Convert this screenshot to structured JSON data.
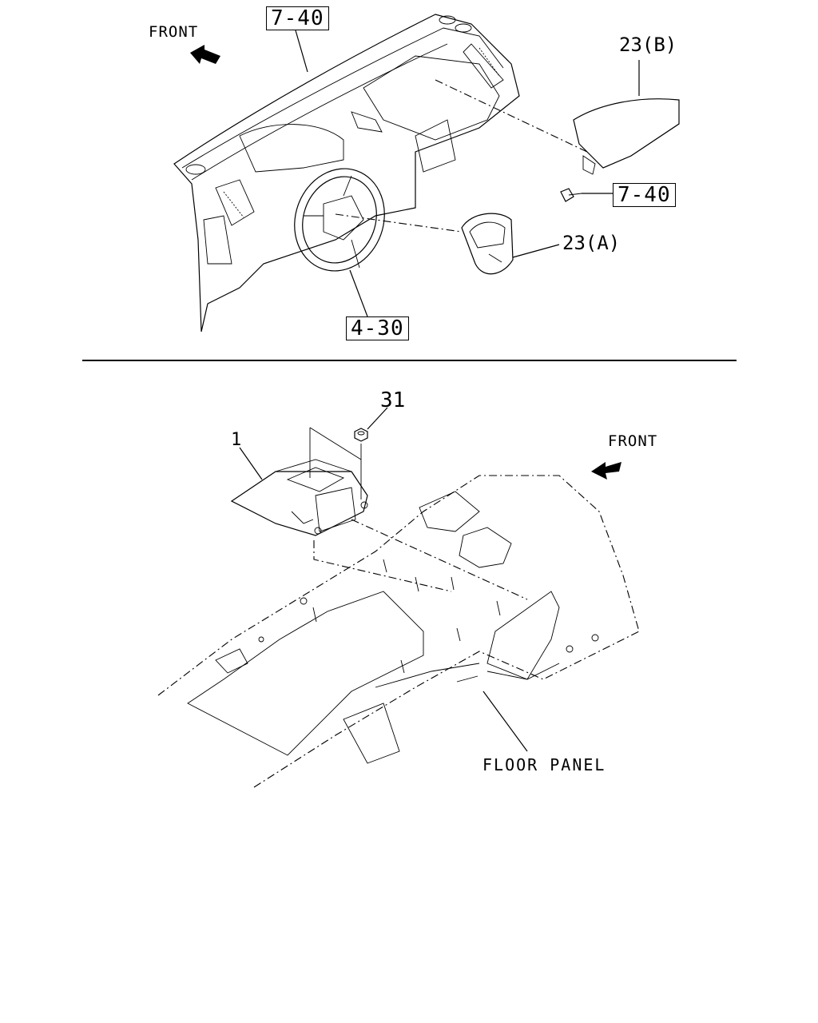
{
  "top_diagram": {
    "front_label": "FRONT",
    "ref_instrument_panel": "7-40",
    "ref_bolt": "7-40",
    "ref_steering_wheel": "4-30",
    "part_passenger_airbag": "23(B)",
    "part_driver_airbag": "23(A)"
  },
  "bottom_diagram": {
    "front_label": "FRONT",
    "part_sdm_unit": "1",
    "part_nut": "31",
    "floor_panel_label": "FLOOR PANEL"
  }
}
